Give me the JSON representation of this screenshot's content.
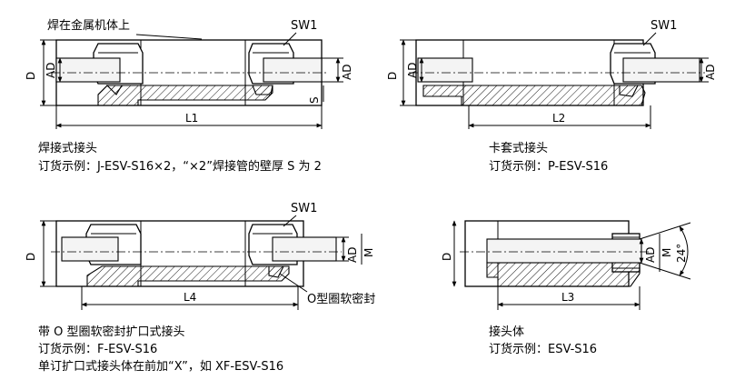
{
  "panels": {
    "welded": {
      "label_weld_on_metal": "焊在金属机体上",
      "label_sw": "SW1",
      "label_d": "D",
      "label_ad_left": "AD",
      "label_ad_right": "AD",
      "label_s": "S",
      "label_length": "L1",
      "caption_title": "焊接式接头",
      "caption_line1": "订货示例：J-ESV-S16×2，“×2”焊接管的壁厚 S 为 2"
    },
    "ferrule": {
      "label_sw": "SW1",
      "label_d": "D",
      "label_ad_left": "AD",
      "label_ad_right": "AD",
      "label_length": "L2",
      "caption_title": "卡套式接头",
      "caption_line1": "订货示例：P-ESV-S16"
    },
    "flared": {
      "label_sw": "SW1",
      "label_d": "D",
      "label_ad": "AD",
      "label_m": "M",
      "label_length": "L4",
      "label_oring": "O型圈软密封",
      "caption_title": "带 O 型圈软密封扩口式接头",
      "caption_line1": "订货示例：F-ESV-S16",
      "caption_line2": "单订扩口式接头体在前加“X”，如 XF-ESV-S16"
    },
    "body": {
      "label_d": "D",
      "label_ad": "AD",
      "label_m": "M",
      "label_angle": "24°",
      "label_length": "L3",
      "caption_title": "接头体",
      "caption_line1": "订货示例：ESV-S16"
    }
  }
}
